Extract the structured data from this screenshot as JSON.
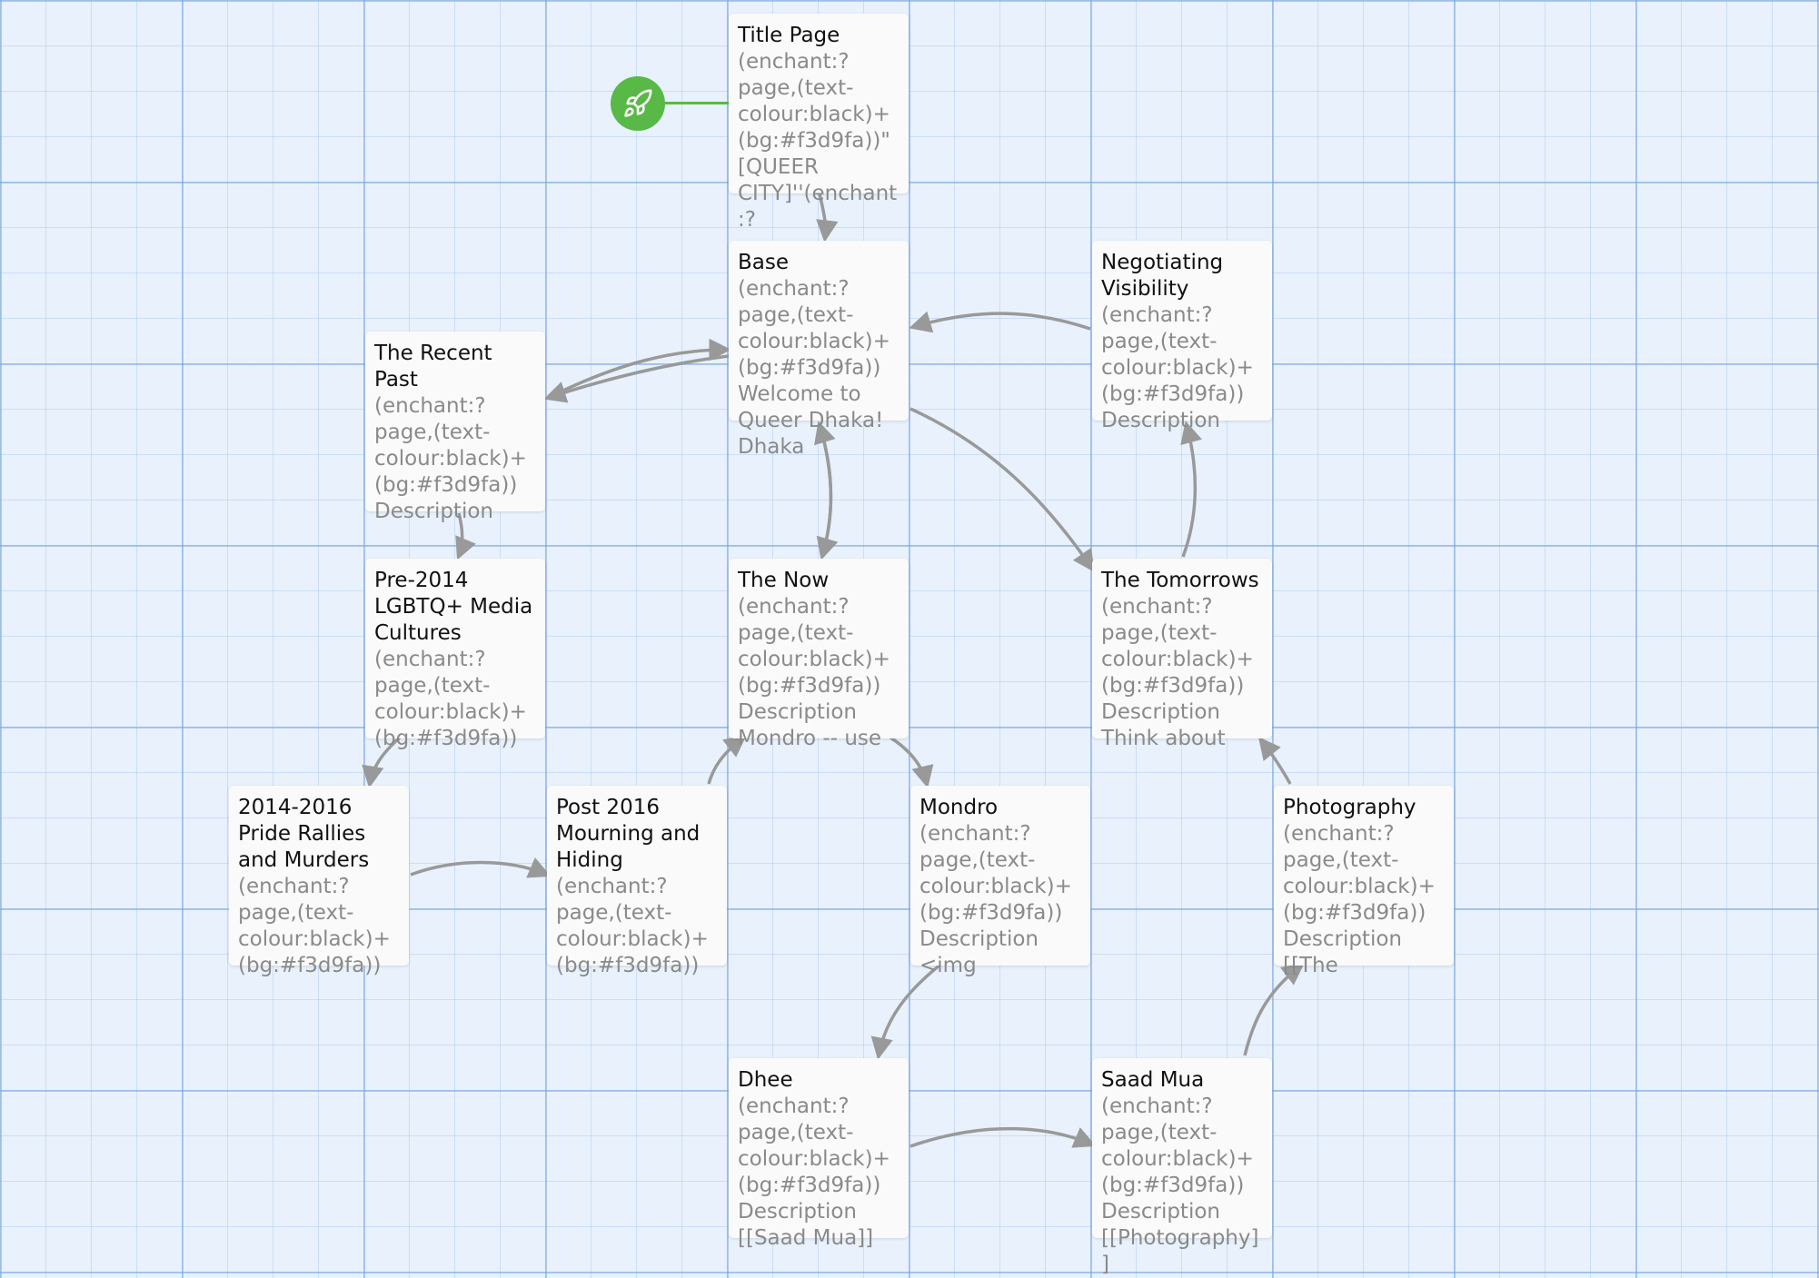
{
  "story_map": {
    "start_passage": "Title Page",
    "passages": [
      {
        "id": "title-page",
        "title": "Title Page",
        "excerpt": "(enchant:?page,(text-colour:black)+(bg:#f3d9fa))\"[QUEER CITY]''(enchant:?"
      },
      {
        "id": "base",
        "title": "Base",
        "excerpt": "(enchant:?page,(text-colour:black)+(bg:#f3d9fa))Welcome to Queer Dhaka! Dhaka"
      },
      {
        "id": "negotiating-visibility",
        "title": "Negotiating Visibility",
        "excerpt": "(enchant:?page,(text-colour:black)+(bg:#f3d9fa)) Description"
      },
      {
        "id": "recent-past",
        "title": "The Recent Past",
        "excerpt": "(enchant:?page,(text-colour:black)+(bg:#f3d9fa)) Description"
      },
      {
        "id": "pre-2014",
        "title": "Pre-2014 LGBTQ+ Media Cultures",
        "excerpt": "(enchant:?page,(text-colour:black)+(bg:#f3d9fa))"
      },
      {
        "id": "the-now",
        "title": "The Now",
        "excerpt": "(enchant:?page,(text-colour:black)+(bg:#f3d9fa)) Description Mondro -- use"
      },
      {
        "id": "the-tomorrows",
        "title": "The Tomorrows",
        "excerpt": "(enchant:?page,(text-colour:black)+(bg:#f3d9fa)) Description Think about"
      },
      {
        "id": "pride-rallies",
        "title": "2014-2016 Pride Rallies and Murders",
        "excerpt": "(enchant:?page,(text-colour:black)+(bg:#f3d9fa))"
      },
      {
        "id": "post-2016",
        "title": "Post 2016 Mourning and Hiding",
        "excerpt": "(enchant:?page,(text-colour:black)+(bg:#f3d9fa))"
      },
      {
        "id": "mondro",
        "title": "Mondro",
        "excerpt": "(enchant:?page,(text-colour:black)+(bg:#f3d9fa)) Description <img"
      },
      {
        "id": "photography",
        "title": "Photography",
        "excerpt": "(enchant:?page,(text-colour:black)+(bg:#f3d9fa)) Description [[The"
      },
      {
        "id": "dhee",
        "title": "Dhee",
        "excerpt": "(enchant:?page,(text-colour:black)+(bg:#f3d9fa)) Description [[Saad Mua]]"
      },
      {
        "id": "saad-mua",
        "title": "Saad Mua",
        "excerpt": "(enchant:?page,(text-colour:black)+(bg:#f3d9fa)) Description [[Photography]]"
      }
    ],
    "links": [
      {
        "from": "title-page",
        "to": "base"
      },
      {
        "from": "base",
        "to": "recent-past"
      },
      {
        "from": "recent-past",
        "to": "base"
      },
      {
        "from": "negotiating-visibility",
        "to": "base"
      },
      {
        "from": "base",
        "to": "the-tomorrows"
      },
      {
        "from": "base",
        "to": "the-now"
      },
      {
        "from": "the-now",
        "to": "base"
      },
      {
        "from": "the-tomorrows",
        "to": "negotiating-visibility"
      },
      {
        "from": "recent-past",
        "to": "pre-2014"
      },
      {
        "from": "pre-2014",
        "to": "pride-rallies"
      },
      {
        "from": "pride-rallies",
        "to": "post-2016"
      },
      {
        "from": "post-2016",
        "to": "the-now"
      },
      {
        "from": "the-now",
        "to": "mondro"
      },
      {
        "from": "photography",
        "to": "the-tomorrows"
      },
      {
        "from": "mondro",
        "to": "dhee"
      },
      {
        "from": "dhee",
        "to": "saad-mua"
      },
      {
        "from": "saad-mua",
        "to": "photography"
      }
    ]
  },
  "colors": {
    "canvas": "#e8f1fc",
    "card": "#fafafa",
    "title_text": "#111111",
    "excerpt_text": "#8a8a8a",
    "link_arrow": "#999999",
    "start_badge": "#58b947"
  },
  "icons": {
    "start": "rocket-icon"
  }
}
